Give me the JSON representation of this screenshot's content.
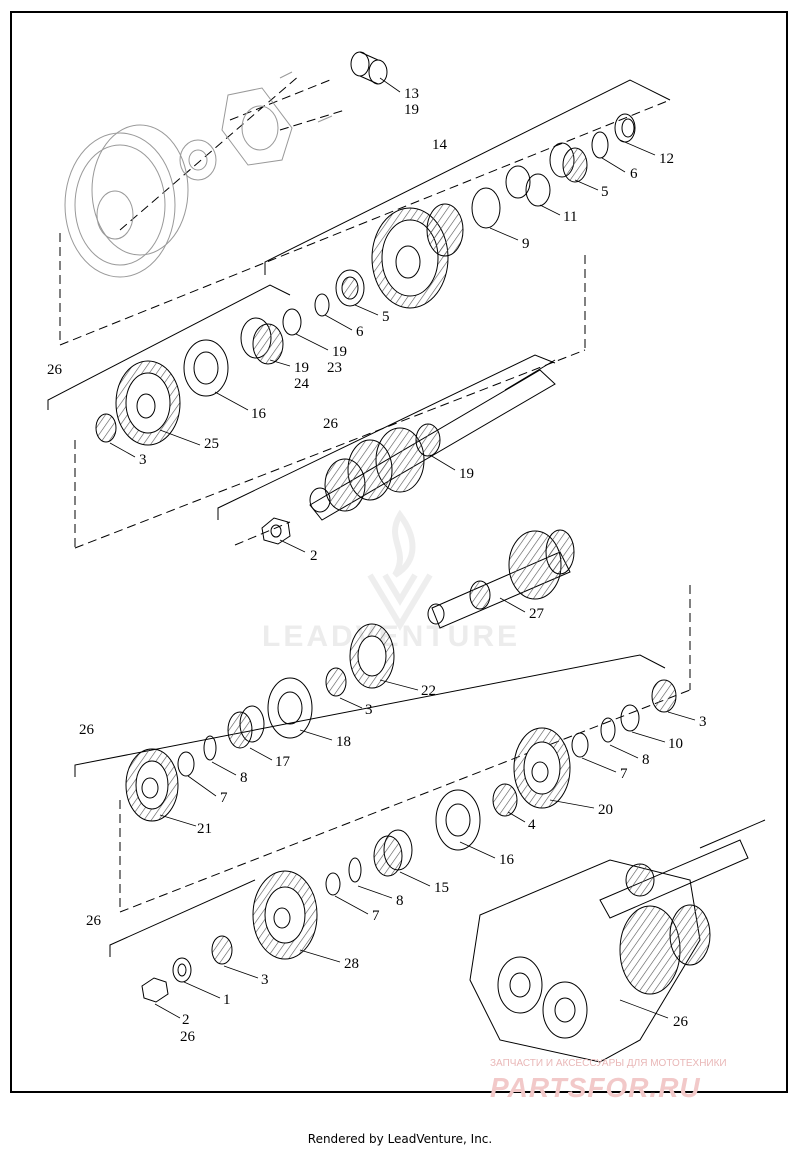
{
  "diagram": {
    "callouts": [
      {
        "id": "c-13",
        "text": "13"
      },
      {
        "id": "c-19a",
        "text": "19"
      },
      {
        "id": "c-14",
        "text": "14"
      },
      {
        "id": "c-12",
        "text": "12"
      },
      {
        "id": "c-6a",
        "text": "6"
      },
      {
        "id": "c-5a",
        "text": "5"
      },
      {
        "id": "c-11",
        "text": "11"
      },
      {
        "id": "c-9",
        "text": "9"
      },
      {
        "id": "c-5b",
        "text": "5"
      },
      {
        "id": "c-6b",
        "text": "6"
      },
      {
        "id": "c-19b",
        "text": "19"
      },
      {
        "id": "c-23",
        "text": "23"
      },
      {
        "id": "c-19c",
        "text": "19"
      },
      {
        "id": "c-24",
        "text": "24"
      },
      {
        "id": "c-16a",
        "text": "16"
      },
      {
        "id": "c-26a",
        "text": "26"
      },
      {
        "id": "c-25",
        "text": "25"
      },
      {
        "id": "c-3a",
        "text": "3"
      },
      {
        "id": "c-26b",
        "text": "26"
      },
      {
        "id": "c-19d",
        "text": "19"
      },
      {
        "id": "c-2a",
        "text": "2"
      },
      {
        "id": "c-27",
        "text": "27"
      },
      {
        "id": "c-22",
        "text": "22"
      },
      {
        "id": "c-3b",
        "text": "3"
      },
      {
        "id": "c-3c",
        "text": "3"
      },
      {
        "id": "c-10",
        "text": "10"
      },
      {
        "id": "c-26c",
        "text": "26"
      },
      {
        "id": "c-18",
        "text": "18"
      },
      {
        "id": "c-17",
        "text": "17"
      },
      {
        "id": "c-8a",
        "text": "8"
      },
      {
        "id": "c-7a",
        "text": "7"
      },
      {
        "id": "c-8b",
        "text": "8"
      },
      {
        "id": "c-7b",
        "text": "7"
      },
      {
        "id": "c-21",
        "text": "21"
      },
      {
        "id": "c-20",
        "text": "20"
      },
      {
        "id": "c-4",
        "text": "4"
      },
      {
        "id": "c-16b",
        "text": "16"
      },
      {
        "id": "c-15",
        "text": "15"
      },
      {
        "id": "c-8c",
        "text": "8"
      },
      {
        "id": "c-7c",
        "text": "7"
      },
      {
        "id": "c-26d",
        "text": "26"
      },
      {
        "id": "c-28",
        "text": "28"
      },
      {
        "id": "c-3d",
        "text": "3"
      },
      {
        "id": "c-1",
        "text": "1"
      },
      {
        "id": "c-2b",
        "text": "2"
      },
      {
        "id": "c-26e",
        "text": "26"
      },
      {
        "id": "c-26f",
        "text": "26"
      }
    ]
  },
  "watermark": {
    "brand": "LEADVENTURE",
    "shop_tagline": "ЗАПЧАСТИ И АКСЕССУАРЫ ДЛЯ МОТОТЕХНИКИ",
    "shop_name": "PARTSFOR.RU"
  },
  "footer": {
    "text": "Rendered by LeadVenture, Inc."
  }
}
